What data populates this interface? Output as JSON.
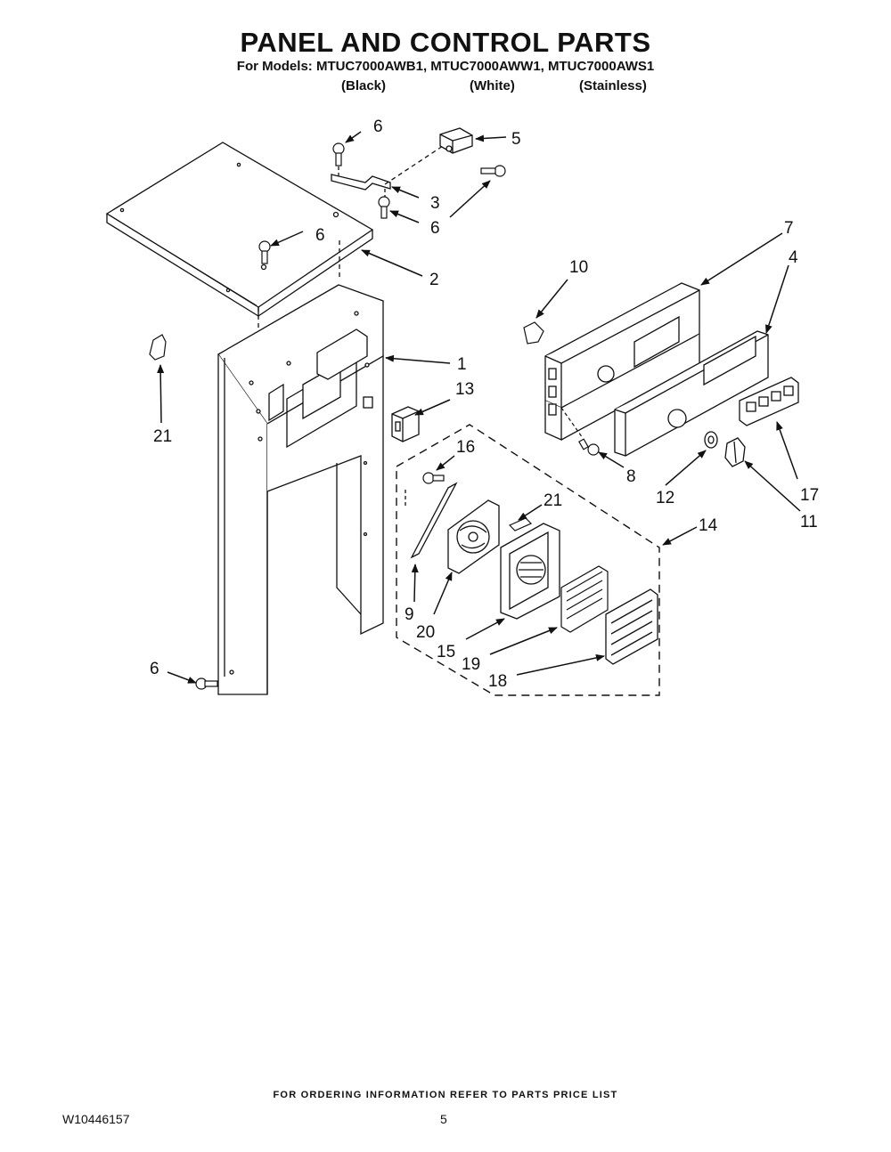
{
  "header": {
    "title": "PANEL AND CONTROL PARTS",
    "models_line": "For Models: MTUC7000AWB1, MTUC7000AWW1, MTUC7000AWS1",
    "variants": [
      "(Black)",
      "(White)",
      "(Stainless)"
    ]
  },
  "callouts": {
    "c1": "1",
    "c2": "2",
    "c3": "3",
    "c4": "4",
    "c5": "5",
    "c6a": "6",
    "c6b": "6",
    "c6c": "6",
    "c6d": "6",
    "c7": "7",
    "c8": "8",
    "c9": "9",
    "c10": "10",
    "c11": "11",
    "c12": "12",
    "c13": "13",
    "c14": "14",
    "c15": "15",
    "c16": "16",
    "c17": "17",
    "c18": "18",
    "c19": "19",
    "c20": "20",
    "c21a": "21",
    "c21b": "21"
  },
  "footer": {
    "ordering_note": "FOR ORDERING INFORMATION REFER TO PARTS PRICE LIST",
    "doc_number": "W10446157",
    "page_number": "5"
  }
}
